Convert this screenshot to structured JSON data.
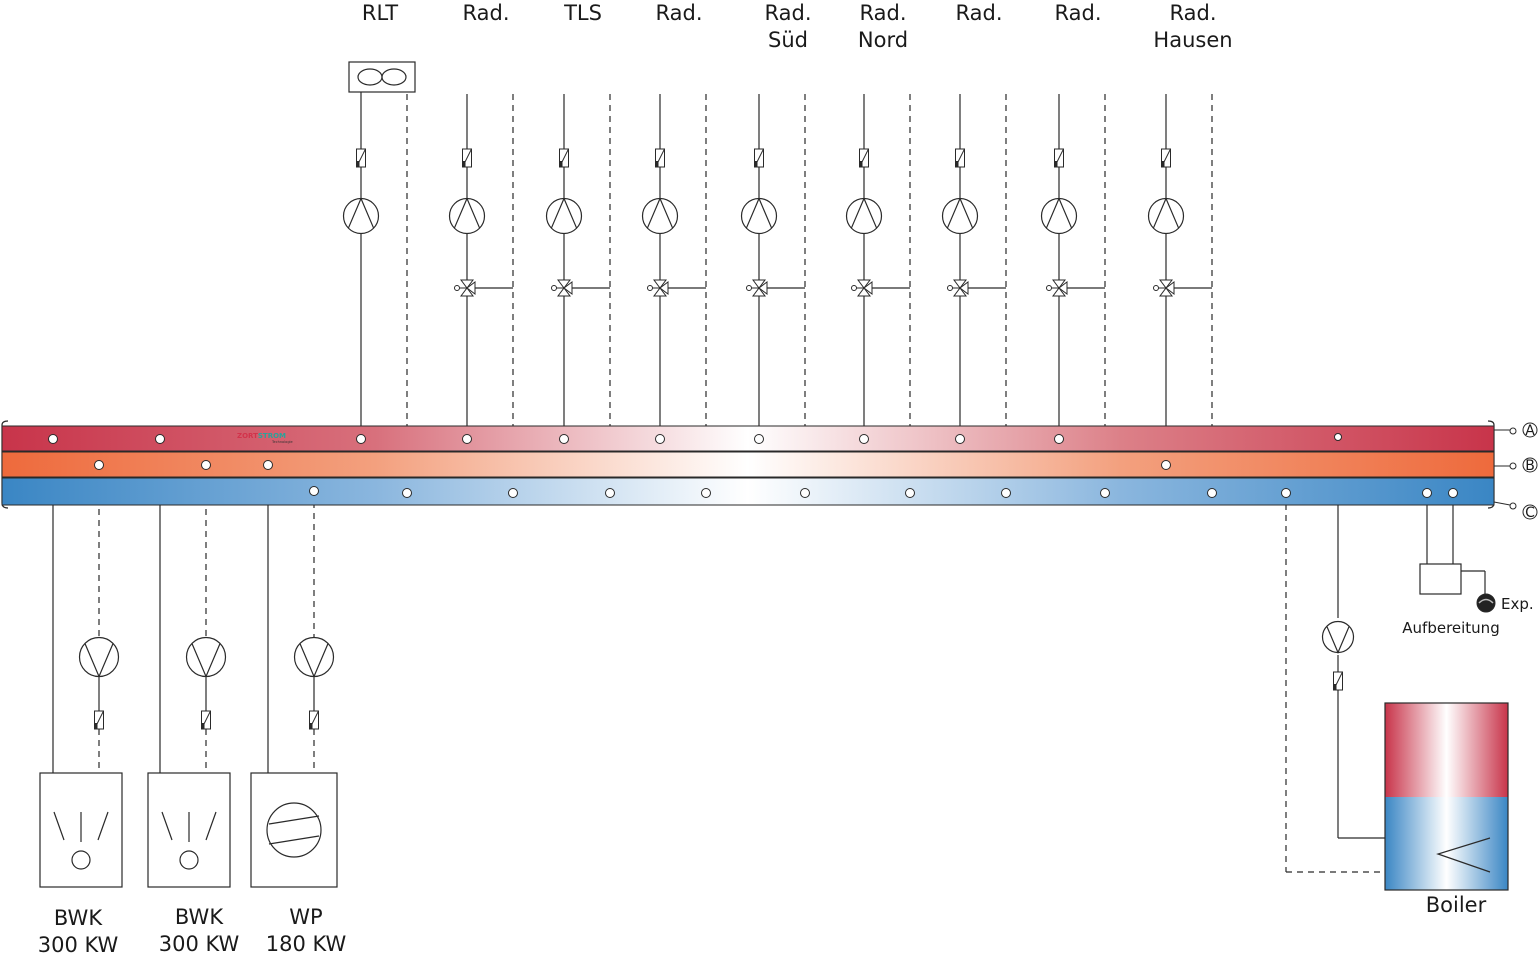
{
  "consumers": [
    {
      "id": "rlt",
      "line1": "RLT",
      "line2": "",
      "type": "fan"
    },
    {
      "id": "rad1",
      "line1": "Rad.",
      "line2": "",
      "type": "radiator"
    },
    {
      "id": "tls",
      "line1": "TLS",
      "line2": "",
      "type": "radiator"
    },
    {
      "id": "rad2",
      "line1": "Rad.",
      "line2": "",
      "type": "radiator"
    },
    {
      "id": "rad-sued",
      "line1": "Rad.",
      "line2": "Süd",
      "type": "radiator"
    },
    {
      "id": "rad-nord",
      "line1": "Rad.",
      "line2": "Nord",
      "type": "radiator"
    },
    {
      "id": "rad3",
      "line1": "Rad.",
      "line2": "",
      "type": "radiator"
    },
    {
      "id": "rad4",
      "line1": "Rad.",
      "line2": "",
      "type": "radiator"
    },
    {
      "id": "rad-hausen",
      "line1": "Rad.",
      "line2": "Hausen",
      "type": "radiator"
    }
  ],
  "producers": [
    {
      "id": "bwk1",
      "line1": "BWK",
      "line2": "300 KW",
      "type": "boiler-burner"
    },
    {
      "id": "bwk2",
      "line1": "BWK",
      "line2": "300 KW",
      "type": "boiler-burner"
    },
    {
      "id": "wp",
      "line1": "WP",
      "line2": "180 KW",
      "type": "heat-pump"
    }
  ],
  "header_bars": [
    {
      "id": "A",
      "label": "A",
      "color_edge": "#c8344a",
      "color_center": "#ffffff"
    },
    {
      "id": "B",
      "label": "B",
      "color_edge": "#ee6a3c",
      "color_center": "#ffffff"
    },
    {
      "id": "C",
      "label": "C",
      "color_edge": "#3a86c4",
      "color_center": "#ffffff"
    }
  ],
  "logo": {
    "text1": "ZORT",
    "text2": "STROM",
    "tagline": "Technologie",
    "color1": "#d2334b",
    "color2": "#2aa39a"
  },
  "auxiliary": {
    "treatment_label": "Aufbereitung",
    "expansion_label": "Exp.",
    "boiler_label": "Boiler",
    "boiler_top_color": "#c8344a",
    "boiler_bottom_color": "#3a86c4"
  },
  "line_color": "#2a2a2a"
}
